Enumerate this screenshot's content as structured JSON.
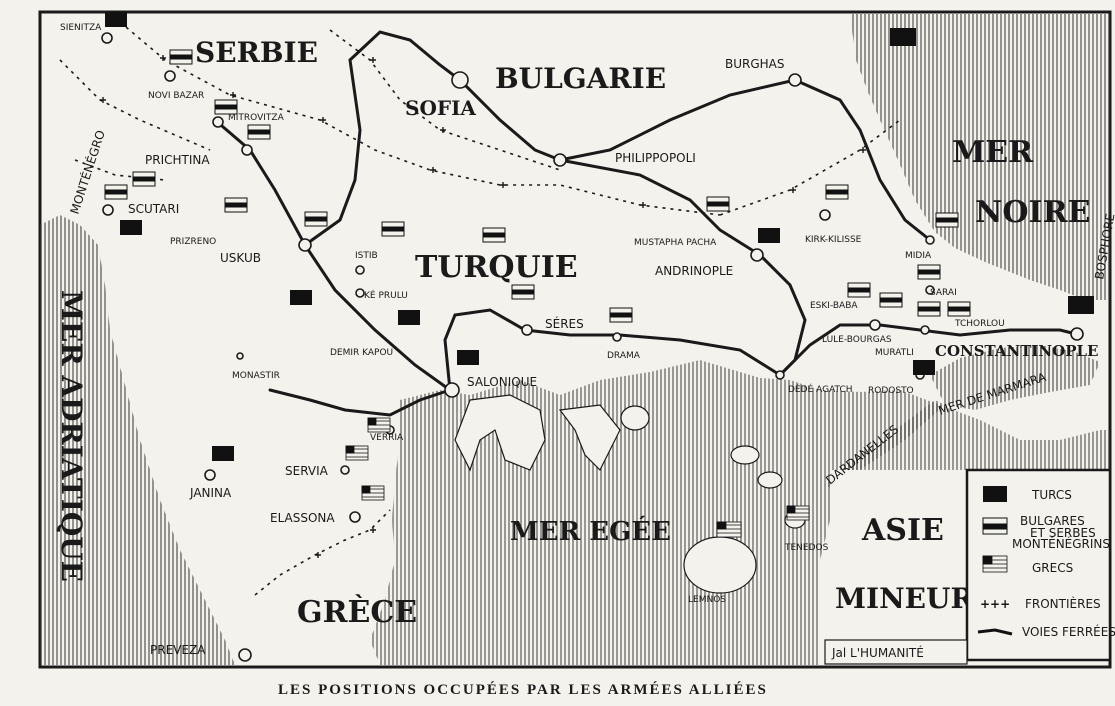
{
  "caption": "LES POSITIONS OCCUPÉES PAR LES ARMÉES ALLIÉES",
  "credit": "Jal L'HUMANITÉ",
  "regions": {
    "serbie": "SERBIE",
    "bulgarie": "BULGARIE",
    "turquie": "TURQUIE",
    "grece": "GRÈCE",
    "asie": "ASIE",
    "mineure": "MINEURE",
    "montenegro": "MONTÉNÉGRO"
  },
  "seas": {
    "noire_1": "MER",
    "noire_2": "NOIRE",
    "adriatique": "MER ADRIATIQUE",
    "egee": "MER EGÉE",
    "marmara": "MER DE MARMARA",
    "dardanelles": "DARDANELLES",
    "bosphore": "BOSPHORE"
  },
  "cities": {
    "sienitza": "SIENITZA",
    "novi_bazar": "NOVI BAZAR",
    "mitrovitza": "MITROVITZA",
    "prichtina": "PRICHTINA",
    "scutari": "SCUTARI",
    "prizreno": "PRIZRENO",
    "uskub": "USKUB",
    "sofia": "SOFIA",
    "burghas": "BURGHAS",
    "philippopoli": "PHILIPPOPOLI",
    "mustapha_pacha": "MUSTAPHA PACHA",
    "andrinople": "ANDRINOPLE",
    "kirk_kilisse": "KIRK-KILISSE",
    "midia": "MIDIA",
    "sarai": "SARAI",
    "eski_baba": "ESKI-BABA",
    "lule_bourgas": "LULE-BOURGAS",
    "muratli": "MURATLI",
    "constantinople": "CONSTANTINOPLE",
    "tchorlou": "TCHORLOU",
    "rodosto": "RODOSTO",
    "dede_agatch": "DÉDÉ AGATCH",
    "seres": "SÉRES",
    "drama": "DRAMA",
    "salonique": "SALONIQUE",
    "istib": "ISTIB",
    "keprulu": "KÉ PRULU",
    "demir_kapou": "DEMIR KAPOU",
    "monastir": "MONASTIR",
    "verria": "VERRIA",
    "servia": "SERVIA",
    "janina": "JANINA",
    "elassona": "ELASSONA",
    "preveza": "PREVEZA",
    "tenedos": "TENEDOS",
    "lemnos": "LEMNOS"
  },
  "legend": {
    "turcs": "TURCS",
    "bulgares_1": "BULGARES",
    "bulgares_2": "ET SERBES",
    "bulgares_3": "MONTÉNÉGRINS",
    "grecs": "GRECS",
    "frontieres_symbol": "+++",
    "frontieres": "FRONTIÈRES",
    "voies": "VOIES FERRÉES"
  },
  "colors": {
    "ink": "#1a1a1a",
    "paper": "#f4f2ec",
    "sea_hatch": "#3a3a3a"
  }
}
